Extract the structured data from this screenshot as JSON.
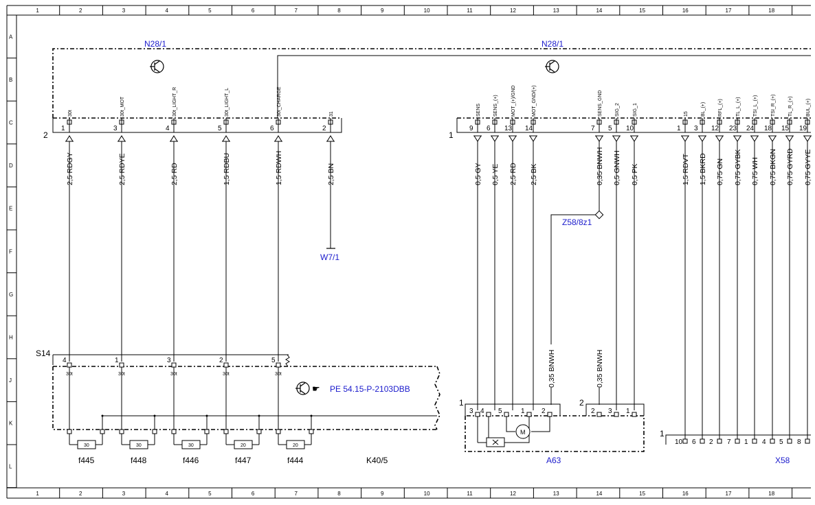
{
  "components": {
    "n28_left": "N28/1",
    "n28_right": "N28/1",
    "w7": "W7/1",
    "z58": "Z58/8z1",
    "s14": "S14",
    "pe_link": "PE 54.15-P-2103DBB",
    "k40": "K40/5",
    "a63": "A63",
    "x58": "X58"
  },
  "col_labels": [
    "1",
    "2",
    "3",
    "4",
    "5",
    "6",
    "7",
    "8",
    "9",
    "10",
    "11",
    "12",
    "13",
    "14",
    "15",
    "16",
    "17",
    "18"
  ],
  "row_labels": [
    "A",
    "B",
    "C",
    "D",
    "E",
    "F",
    "G",
    "H",
    "J",
    "K",
    "L"
  ],
  "connector_numbers": {
    "left": "2",
    "right": "1",
    "x58": "1",
    "a63_left": "1",
    "a63_right": "2"
  },
  "left_pins": [
    {
      "num": "1",
      "name": "30t",
      "wire": "2,5 RDGY"
    },
    {
      "num": "3",
      "name": "30t_MOT",
      "wire": "2,5 RDYE"
    },
    {
      "num": "4",
      "name": "30t_LIGHT_R",
      "wire": "2,5 RD"
    },
    {
      "num": "5",
      "name": "30t_LIGHT_L",
      "wire": "1,5 RDBU"
    },
    {
      "num": "6",
      "name": "30t_CHARGE",
      "wire": "1,5 RDWH"
    },
    {
      "num": "2",
      "name": "31",
      "wire": "2,5 BN"
    }
  ],
  "mid_pins": [
    {
      "num": "9",
      "name": "SENS",
      "wire": "0,5 GY"
    },
    {
      "num": "6",
      "name": "SENS_(+)",
      "wire": "0,5 YE"
    },
    {
      "num": "13",
      "name": "MOT_(+)/GND",
      "wire": "2,5 RD"
    },
    {
      "num": "14",
      "name": "MOT_GND/(+)",
      "wire": "2,5 BK"
    },
    {
      "num": "7",
      "name": "SENS_GND",
      "wire": "0,35 BNWH"
    },
    {
      "num": "5",
      "name": "SIG_2",
      "wire": "0,5 GNWH"
    },
    {
      "num": "10",
      "name": "SIG_1",
      "wire": "0,5 PK"
    }
  ],
  "right_pins": [
    {
      "num": "1",
      "name": "15",
      "wire": "1,5 RDVT"
    },
    {
      "num": "3",
      "name": "BL_(+)",
      "wire": "1,5 BKRD"
    },
    {
      "num": "12",
      "name": "RFL_(+)",
      "wire": "0,75 GN"
    },
    {
      "num": "23",
      "name": "TL_L_(+)",
      "wire": "0,75 GYBK"
    },
    {
      "num": "24",
      "name": "TSI_L_(+)",
      "wire": "0,75 WH"
    },
    {
      "num": "18",
      "name": "TSI_R_(+)",
      "wire": "0,75 BKGN"
    },
    {
      "num": "15",
      "name": "TL_R_(+)",
      "wire": "0,75 GYRD"
    },
    {
      "num": "19",
      "name": "BUL_(+)",
      "wire": "0,75 GYYE"
    }
  ],
  "switch_pins": [
    "4",
    "1",
    "3",
    "2",
    "5"
  ],
  "switch_terms": [
    "30t",
    "30t",
    "30t",
    "30t",
    "30t"
  ],
  "fuses": [
    {
      "name": "f445",
      "value": "30"
    },
    {
      "name": "f448",
      "value": "30"
    },
    {
      "name": "f446",
      "value": "30"
    },
    {
      "name": "f447",
      "value": "20"
    },
    {
      "name": "f444",
      "value": "20"
    }
  ],
  "a63_pins_left": [
    "3",
    "4",
    "5",
    "1",
    "2"
  ],
  "a63_pins_right": [
    "2",
    "3",
    "1"
  ],
  "a63_wires": [
    "0,35 BNWH",
    "0,35 BNWH"
  ],
  "x58_pins": [
    "10",
    "6",
    "2",
    "7",
    "1",
    "4",
    "5",
    "8"
  ],
  "symbols": {
    "motor": "M",
    "sensor": "X",
    "ground_icon": "ground-transistor-icon",
    "pointer_icon": "pointing-hand-icon"
  }
}
